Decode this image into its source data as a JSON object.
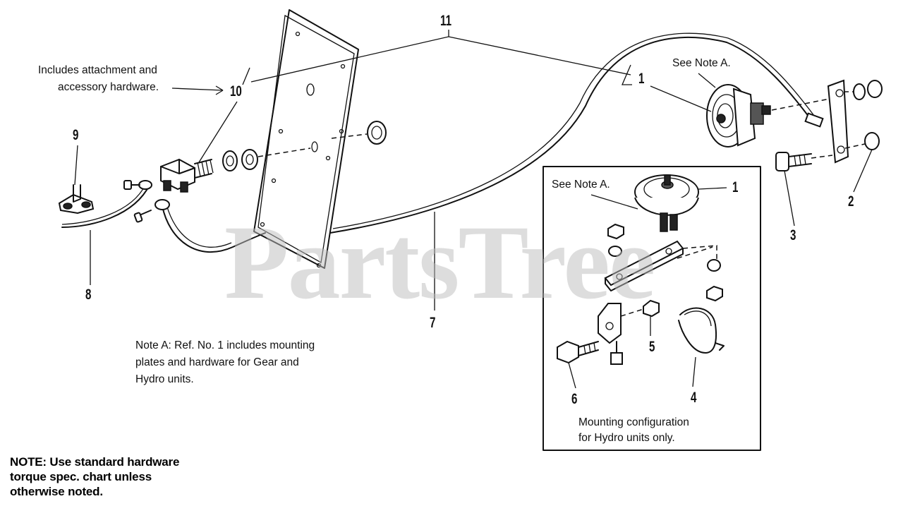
{
  "watermark": "PartsTree",
  "annotations": {
    "includes_line1": "Includes attachment and",
    "includes_line2": "accessory hardware.",
    "see_note_a_top": "See Note A.",
    "see_note_a_box": "See Note A.",
    "note_a_line1": "Note A: Ref. No. 1 includes mounting",
    "note_a_line2": "plates and hardware for Gear and",
    "note_a_line3": "Hydro units.",
    "mounting_line1": "Mounting configuration",
    "mounting_line2": "for Hydro units only.",
    "note_line1": "NOTE: Use standard hardware",
    "note_line2": "torque spec. chart unless",
    "note_line3": "otherwise noted."
  },
  "callouts": {
    "c11": "11",
    "c10": "10",
    "c1_top": "1",
    "c1_box": "1",
    "c2": "2",
    "c3": "3",
    "c4": "4",
    "c5": "5",
    "c6": "6",
    "c7": "7",
    "c8": "8",
    "c9": "9"
  }
}
